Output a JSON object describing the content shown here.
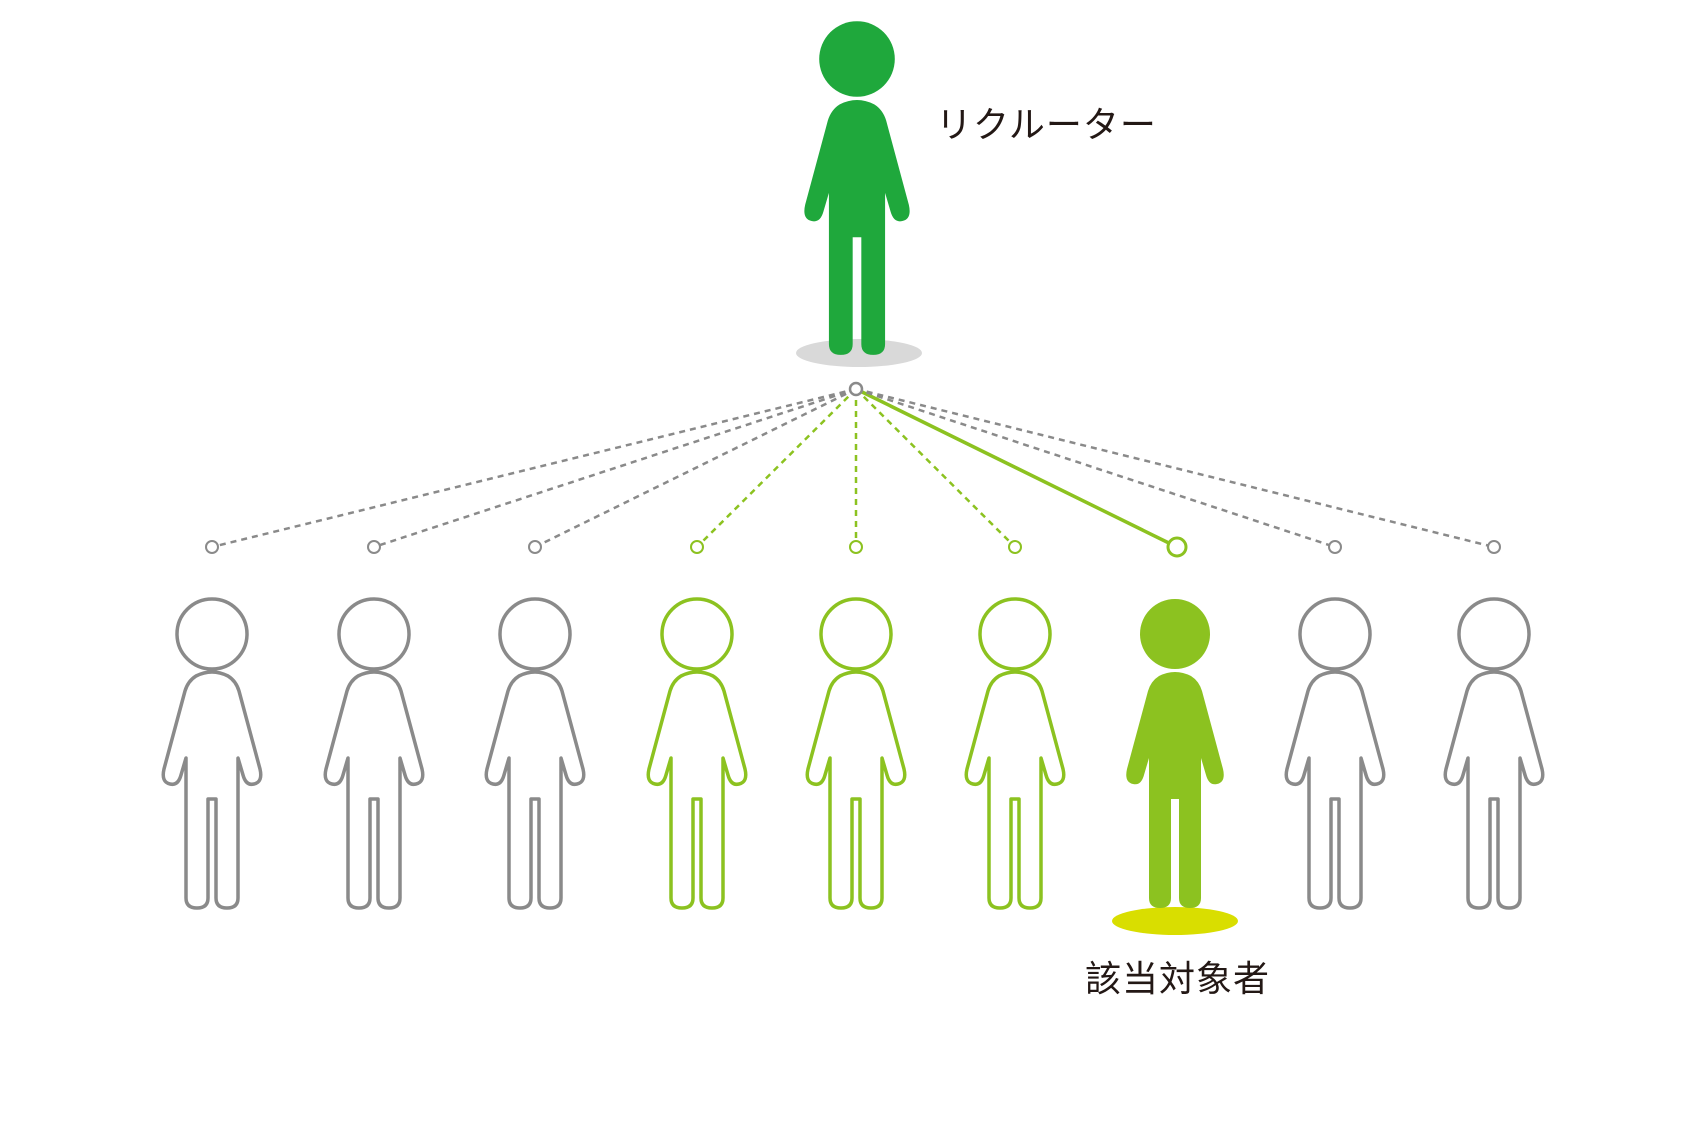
{
  "labels": {
    "recruiter": "リクルーター",
    "target": "該当対象者"
  },
  "colors": {
    "recruiter_fill": "#1fa83c",
    "candidate_gray": "#8a8a8a",
    "candidate_green": "#8cc220",
    "target_fill": "#8cc220",
    "recruiter_shadow": "#d9d9d9",
    "target_highlight": "#d9de00",
    "label_text": "#231815"
  },
  "icons": {
    "recruiter": "person-filled-icon",
    "candidate": "person-outline-icon",
    "target": "person-filled-icon"
  },
  "people": [
    {
      "style": "outline",
      "color": "gray",
      "link": "dashed"
    },
    {
      "style": "outline",
      "color": "gray",
      "link": "dashed"
    },
    {
      "style": "outline",
      "color": "gray",
      "link": "dashed"
    },
    {
      "style": "outline",
      "color": "green",
      "link": "dashed"
    },
    {
      "style": "outline",
      "color": "green",
      "link": "dashed"
    },
    {
      "style": "outline",
      "color": "green",
      "link": "dashed"
    },
    {
      "style": "filled",
      "color": "green",
      "link": "solid",
      "highlighted": true
    },
    {
      "style": "outline",
      "color": "gray",
      "link": "dashed"
    },
    {
      "style": "outline",
      "color": "gray",
      "link": "dashed"
    }
  ]
}
